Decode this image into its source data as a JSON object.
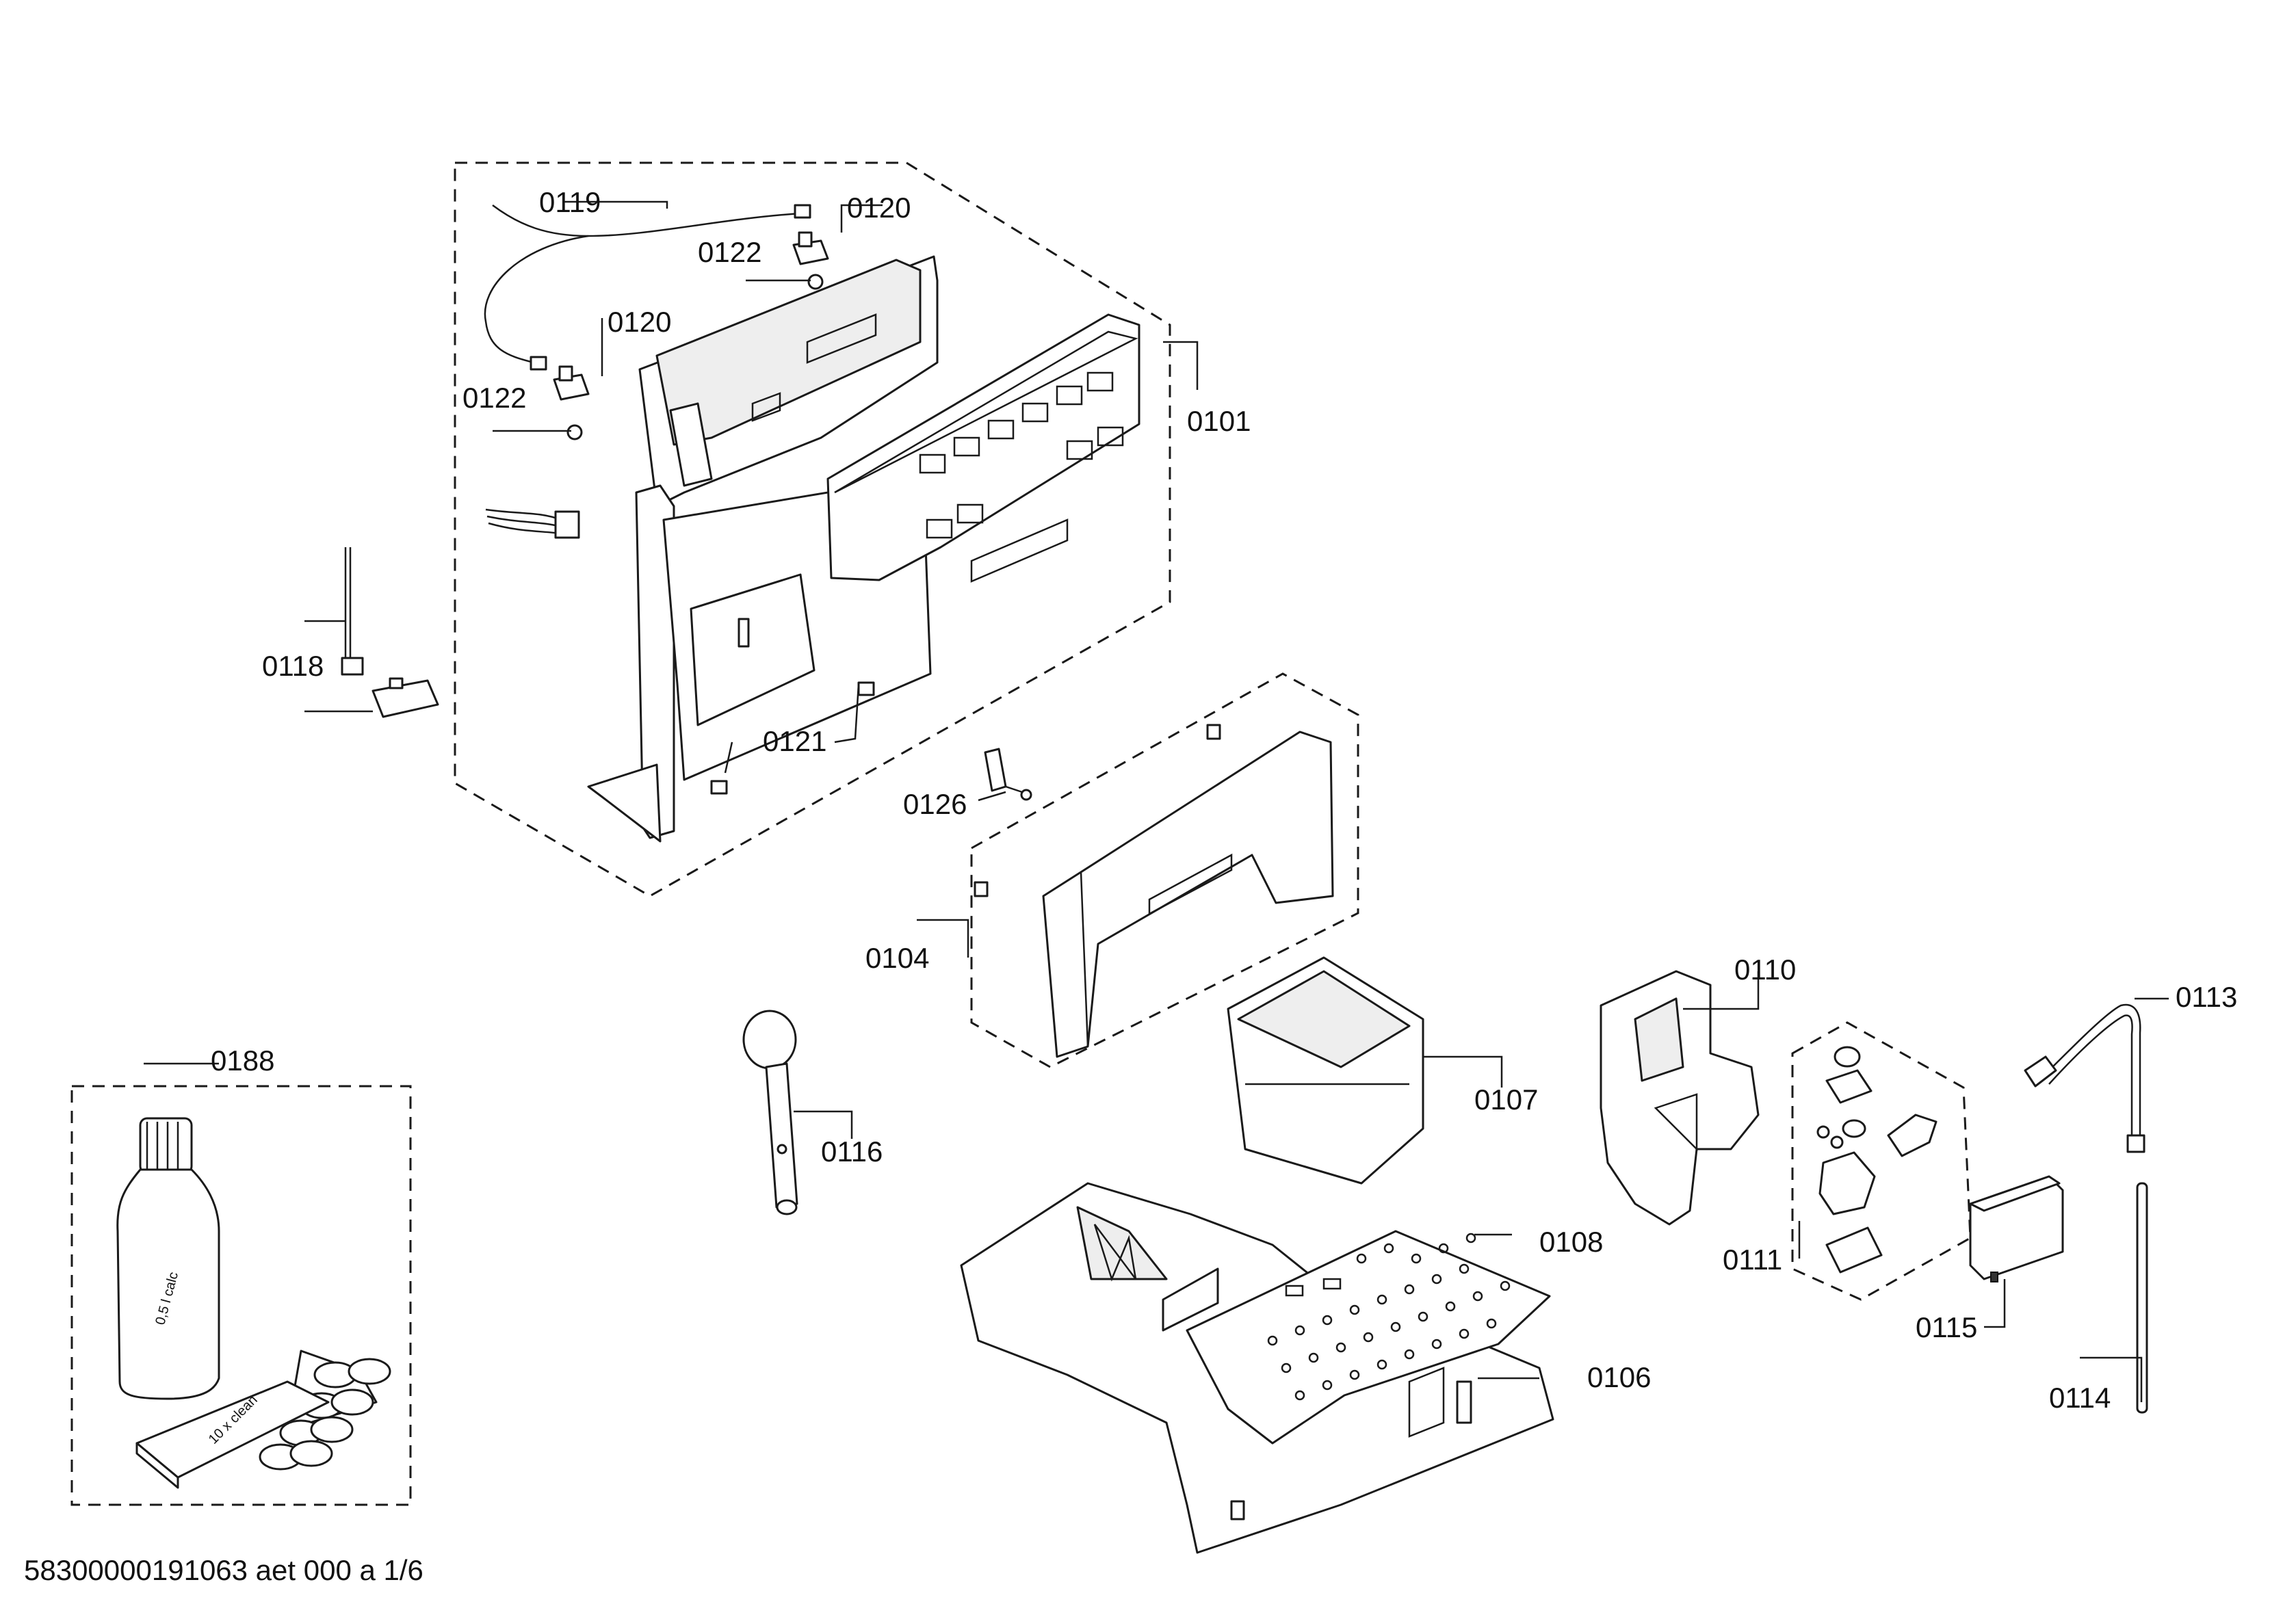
{
  "document": {
    "footer_code": "58300000191063 aet 000 a 1/6"
  },
  "labels": {
    "p0101": "0101",
    "p0104": "0104",
    "p0106": "0106",
    "p0107": "0107",
    "p0108": "0108",
    "p0110": "0110",
    "p0111": "0111",
    "p0113": "0113",
    "p0114": "0114",
    "p0115": "0115",
    "p0116": "0116",
    "p0118": "0118",
    "p0119": "0119",
    "p0120a": "0120",
    "p0120b": "0120",
    "p0121": "0121",
    "p0122a": "0122",
    "p0122b": "0122",
    "p0126": "0126",
    "p0188": "0188"
  },
  "product_texts": {
    "bottle": "0,5 l calc",
    "tablet_box": "10 x clean"
  }
}
